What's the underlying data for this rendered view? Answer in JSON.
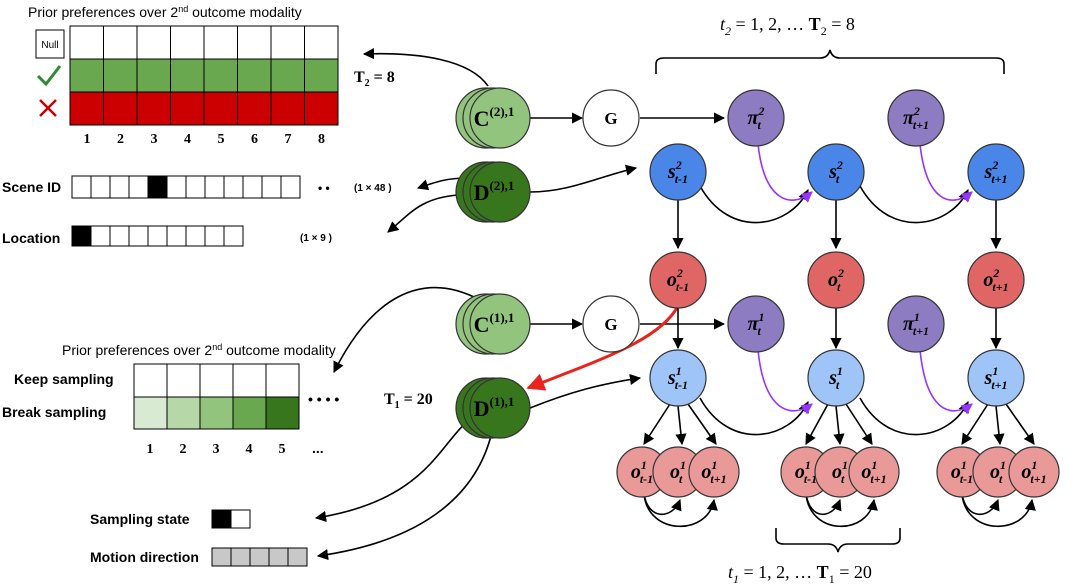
{
  "top_panel": {
    "title_prefix": "Prior preferences over 2",
    "title_sup": "nd",
    "title_suffix": " outcome modality",
    "null_label": "Null",
    "columns": [
      "1",
      "2",
      "3",
      "4",
      "5",
      "6",
      "7",
      "8"
    ],
    "rows": [
      {
        "name": "null",
        "color": "#ffffff"
      },
      {
        "name": "check",
        "color": "#6aa84f"
      },
      {
        "name": "cross",
        "color": "#cc0000"
      }
    ],
    "horizon_label": "T",
    "horizon_sub": "2",
    "horizon_value": " = 8"
  },
  "scene_id": {
    "label": "Scene ID",
    "cells": 12,
    "filled_index": 4,
    "ellipsis": "• •",
    "size": "(1 × 48 )"
  },
  "location": {
    "label": "Location",
    "cells": 9,
    "filled_index": 0,
    "size": "(1 × 9 )"
  },
  "bottom_panel": {
    "title_prefix": "Prior preferences over 2",
    "title_sup": "nd",
    "title_suffix": " outcome modality",
    "keep_label": "Keep sampling",
    "break_label": "Break sampling",
    "columns": [
      "1",
      "2",
      "3",
      "4",
      "5"
    ],
    "ellipsis_cols": "...",
    "greens": [
      "#d9ead3",
      "#b6d7a8",
      "#93c47d",
      "#6aa84f",
      "#38761d"
    ],
    "dots": "• • • •",
    "horizon_label": "T",
    "horizon_sub": "1",
    "horizon_value": " = 20"
  },
  "sampling_state": {
    "label": "Sampling state",
    "cells": 2,
    "filled_index": 0
  },
  "motion_direction": {
    "label": "Motion direction",
    "cells": 5
  },
  "nodes": {
    "c2": {
      "main": "C",
      "sup": "(2),1"
    },
    "d2": {
      "main": "D",
      "sup": "(2),1"
    },
    "c1": {
      "main": "C",
      "sup": "(1),1"
    },
    "d1": {
      "main": "D",
      "sup": "(1),1"
    },
    "g_label": "G",
    "pi": "π",
    "s": "s",
    "o": "o",
    "sub_tm1": "t-1",
    "sub_t": "t",
    "sub_tp1": "t+1",
    "level2": "2",
    "level1": "1"
  },
  "time2": {
    "t": "t",
    "sub": "2",
    "mid": " = 1, 2, … ",
    "T": "T",
    "Tsub": "2",
    "end": " = 8"
  },
  "time1": {
    "t": "t",
    "sub": "1",
    "mid": " = 1, 2, … ",
    "T": "T",
    "Tsub": "1",
    "end": " = 20"
  },
  "colors": {
    "green_light": "#93c47d",
    "green_dark": "#38761d",
    "purple": "#8e7cc3",
    "blue_dark": "#4a86e8",
    "blue_light": "#9fc5f8",
    "red_node": "#e06666",
    "pink_node": "#ea9999",
    "red_arrow": "#e8241c",
    "purple_arrow": "#9933ff"
  }
}
